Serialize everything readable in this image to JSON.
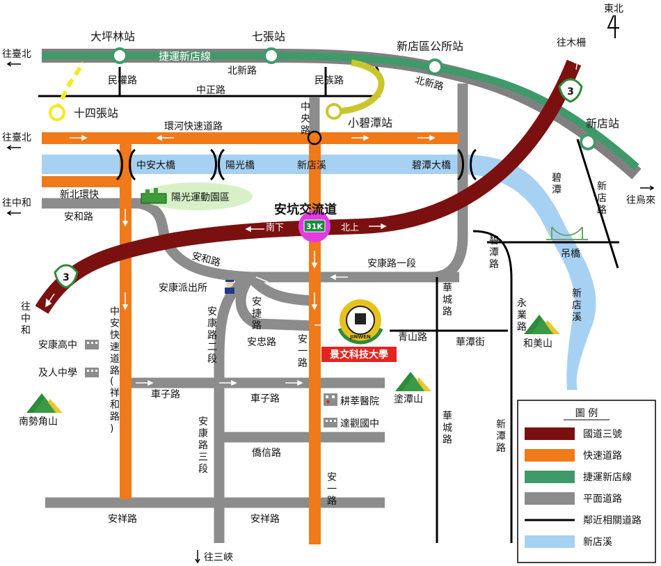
{
  "compass": "東北",
  "metro": {
    "line_name": "捷運新店線",
    "stations": [
      "大坪林站",
      "七張站",
      "新店區公所站",
      "新店站",
      "十四張站",
      "小碧潭站"
    ]
  },
  "directions": {
    "to_taipei_1": "往臺北",
    "to_taipei_2": "往臺北",
    "to_zhonghe_1": "往中和",
    "to_zhonghe_2": "往中和",
    "to_muzha": "往木柵",
    "to_wulai": "往烏來",
    "to_sanxia": "往三峽"
  },
  "interchange": {
    "name": "安坑交流道",
    "km": "31K",
    "south": "南下",
    "north": "北上",
    "shield": "3"
  },
  "roads": {
    "minquan": "民權路",
    "beixin": "北新路",
    "beixin2": "北新路",
    "minzu": "民族路",
    "zhongzheng": "中正路",
    "zhongyang": "中央路",
    "huanhe": "環河快速道路",
    "xinbei": "新北環快",
    "anhe": "安和路",
    "anhe2": "安和路",
    "ankang1": "安康路一段",
    "ankang2": "安康路二段",
    "ankang3": "安康路三段",
    "anjie": "安捷路",
    "anzhong": "安忠路",
    "anyi": "安一路",
    "anyi2": "安一路",
    "zhongan_exp": "中安快速道路",
    "xianghe": "(祥和路)",
    "chezi": "車子路",
    "chezi2": "車子路",
    "qiaoxin": "僑信路",
    "anxiang": "安祥路",
    "anxiang2": "安祥路",
    "huacheng": "華城路",
    "huacheng2": "華城路",
    "huatan": "華潭街",
    "qingshan": "青山路",
    "bitan": "碧潭路",
    "yongye": "永業路",
    "xintan": "新潭路",
    "xindian_rd": "新店路"
  },
  "bridges": {
    "zhongan": "中安大橋",
    "yangguang": "陽光橋",
    "bitan_bridge": "碧潭大橋",
    "suspension": "吊橋"
  },
  "water": {
    "creek": "新店溪",
    "creek_v": "新店溪",
    "bitan": "碧潭"
  },
  "places": {
    "park": "陽光運動園區",
    "police": "安康派出所",
    "ankang_high": "安康高中",
    "jiren": "及人中學",
    "nanshijiao": "南勢角山",
    "tutan": "塗潭山",
    "hemei": "和美山",
    "hospital": "耕莘醫院",
    "daguan": "達觀國中",
    "university": "景文科技大學",
    "logo_text": "JINWEN"
  },
  "legend": {
    "title": "圖 例",
    "items": [
      {
        "label": "國道三號",
        "color": "#7b1010"
      },
      {
        "label": "快速道路",
        "color": "#f07a1a"
      },
      {
        "label": "捷運新店線",
        "color": "#3f9a6a"
      },
      {
        "label": "平面道路",
        "color": "#8c8c8c"
      },
      {
        "label": "鄰近相關道路",
        "color": "#000000"
      },
      {
        "label": "新店溪",
        "color": "#a7d1f2"
      }
    ]
  },
  "colors": {
    "freeway": "#7b1010",
    "expressway": "#f07a1a",
    "metro": "#3f9a6a",
    "road": "#8c8c8c",
    "creek": "#a7d1f2",
    "interchange": "#e23be0"
  }
}
